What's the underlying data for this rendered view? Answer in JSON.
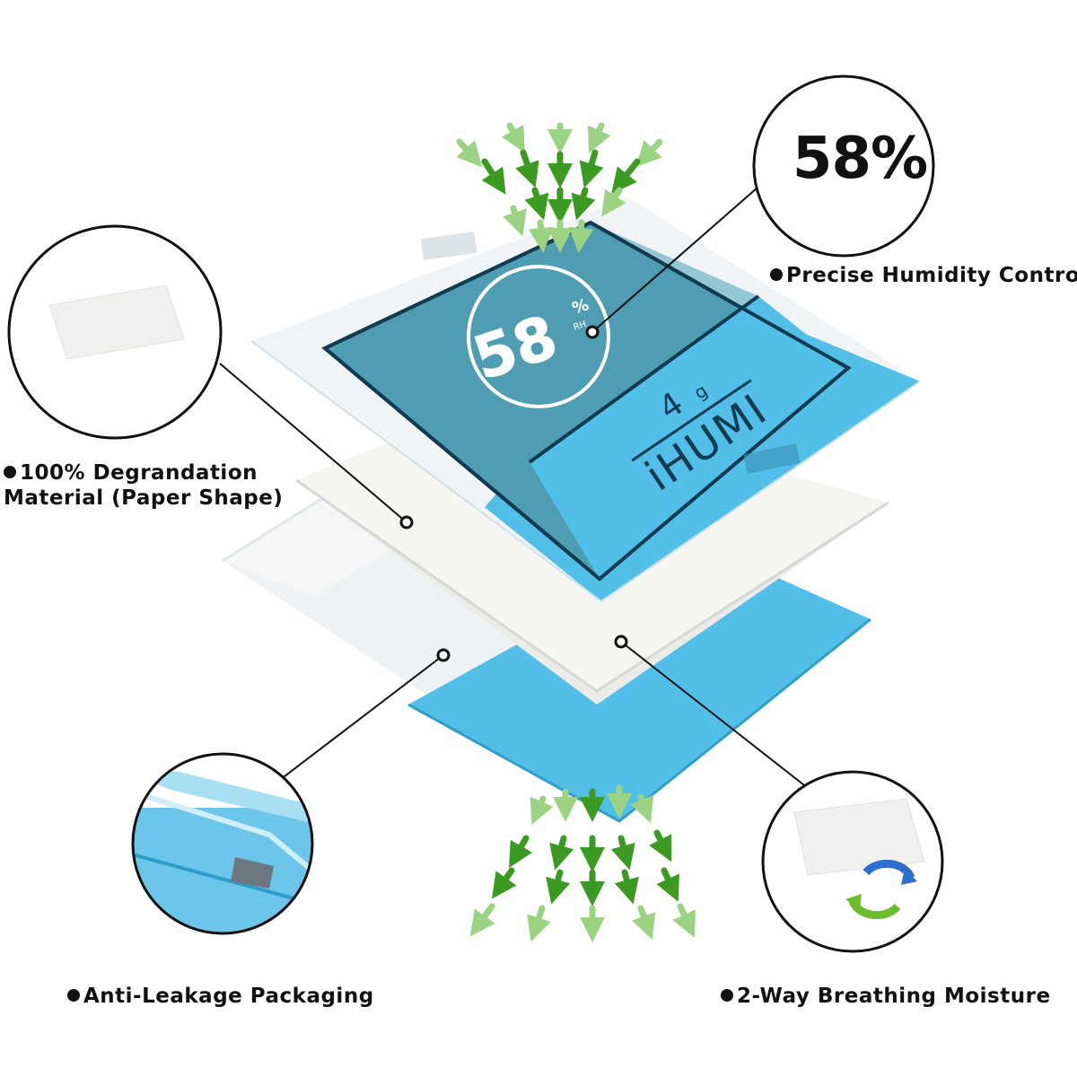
{
  "callouts": {
    "humidity": {
      "big_value": "58%",
      "label": "Precise Humidity Control"
    },
    "degradation": {
      "label_line1": "100% Degrandation",
      "label_line2": "Material (Paper Shape)"
    },
    "leakage": {
      "label": "Anti-Leakage Packaging"
    },
    "breathing": {
      "label": "2-Way Breathing Moisture"
    }
  },
  "packet": {
    "rh_number": "58",
    "rh_unit_top": "%",
    "rh_unit_bottom": "RH",
    "weight": "4",
    "weight_unit": "g",
    "brand": "iHUMI"
  },
  "colors": {
    "blue": "#52bfe8",
    "teal": "#3f8fa6",
    "navy": "#123a50",
    "arrow_green_dark": "#3a9a22",
    "arrow_green_light": "#9bd383"
  }
}
